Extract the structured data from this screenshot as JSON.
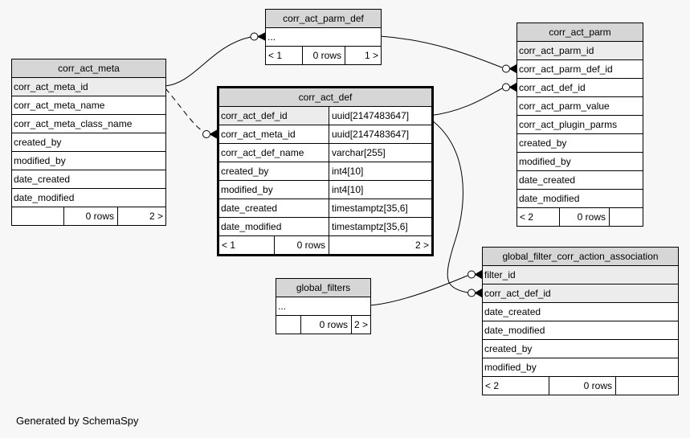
{
  "credit": "Generated by SchemaSpy",
  "colors": {
    "page_bg": "#f7f7f7",
    "header_bg": "#d6d6d6",
    "pk_row_bg": "#ececec",
    "row_bg": "#ffffff",
    "line": "#000000"
  },
  "tables": [
    {
      "id": "corr_act_parm_def",
      "title": "corr_act_parm_def",
      "columns": [
        {
          "name": "..."
        }
      ],
      "footer": {
        "left": "< 1",
        "rows": "0 rows",
        "right": "1 >"
      }
    },
    {
      "id": "corr_act_meta",
      "title": "corr_act_meta",
      "columns": [
        {
          "name": "corr_act_meta_id",
          "pk": true
        },
        {
          "name": "corr_act_meta_name"
        },
        {
          "name": "corr_act_meta_class_name"
        },
        {
          "name": "created_by"
        },
        {
          "name": "modified_by"
        },
        {
          "name": "date_created"
        },
        {
          "name": "date_modified"
        }
      ],
      "footer": {
        "left": "",
        "rows": "0 rows",
        "right": "2 >"
      }
    },
    {
      "id": "corr_act_def",
      "title": "corr_act_def",
      "emphasized": true,
      "columns": [
        {
          "name": "corr_act_def_id",
          "type": "uuid[2147483647]",
          "pk": true
        },
        {
          "name": "corr_act_meta_id",
          "type": "uuid[2147483647]"
        },
        {
          "name": "corr_act_def_name",
          "type": "varchar[255]"
        },
        {
          "name": "created_by",
          "type": "int4[10]"
        },
        {
          "name": "modified_by",
          "type": "int4[10]"
        },
        {
          "name": "date_created",
          "type": "timestamptz[35,6]"
        },
        {
          "name": "date_modified",
          "type": "timestamptz[35,6]"
        }
      ],
      "footer": {
        "left": "< 1",
        "rows": "0 rows",
        "right": "2 >"
      }
    },
    {
      "id": "corr_act_parm",
      "title": "corr_act_parm",
      "columns": [
        {
          "name": "corr_act_parm_id",
          "pk": true
        },
        {
          "name": "corr_act_parm_def_id"
        },
        {
          "name": "corr_act_def_id"
        },
        {
          "name": "corr_act_parm_value"
        },
        {
          "name": "corr_act_plugin_parms"
        },
        {
          "name": "created_by"
        },
        {
          "name": "modified_by"
        },
        {
          "name": "date_created"
        },
        {
          "name": "date_modified"
        }
      ],
      "footer": {
        "left": "< 2",
        "rows": "0 rows",
        "right": ""
      }
    },
    {
      "id": "global_filter_corr_action_association",
      "title": "global_filter_corr_action_association",
      "columns": [
        {
          "name": "filter_id",
          "pk": true
        },
        {
          "name": "corr_act_def_id",
          "pk": true
        },
        {
          "name": "date_created"
        },
        {
          "name": "date_modified"
        },
        {
          "name": "created_by"
        },
        {
          "name": "modified_by"
        }
      ],
      "footer": {
        "left": "< 2",
        "rows": "0 rows",
        "right": ""
      }
    },
    {
      "id": "global_filters",
      "title": "global_filters",
      "columns": [
        {
          "name": "..."
        }
      ],
      "footer": {
        "left": "",
        "rows": "0 rows",
        "right": "2 >"
      }
    }
  ],
  "relationships": [
    {
      "from": "corr_act_meta.corr_act_meta_id",
      "to": "corr_act_parm_def",
      "style": "solid"
    },
    {
      "from": "corr_act_meta.corr_act_meta_id",
      "to": "corr_act_def.corr_act_meta_id",
      "style": "dashed"
    },
    {
      "from": "corr_act_parm_def",
      "to": "corr_act_parm.corr_act_parm_def_id",
      "style": "solid"
    },
    {
      "from": "corr_act_def.corr_act_def_id",
      "to": "corr_act_parm.corr_act_def_id",
      "style": "solid"
    },
    {
      "from": "corr_act_def.corr_act_def_id",
      "to": "global_filter_corr_action_association.corr_act_def_id",
      "style": "solid"
    },
    {
      "from": "global_filters",
      "to": "global_filter_corr_action_association.filter_id",
      "style": "solid"
    }
  ]
}
